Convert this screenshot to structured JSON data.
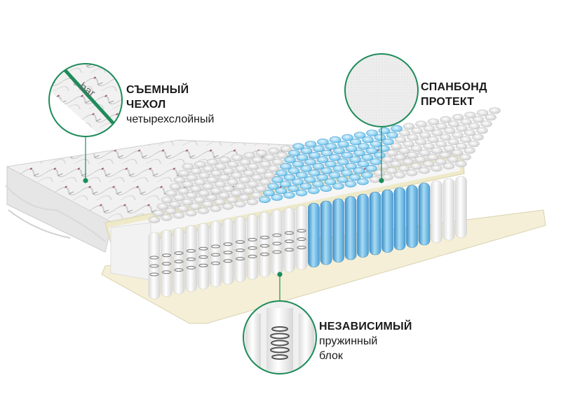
{
  "image": {
    "product": "mattress cutaway with quilted cover, foam layers and pocket-spring block",
    "accent_color": "#1e8c5a",
    "spring_highlight_color": "#6cc3ea",
    "cover_watermark": "bar"
  },
  "callouts": [
    {
      "title_lines": [
        "СЪЕМНЫЙ",
        "ЧЕХОЛ"
      ],
      "subtitle_lines": [
        "четырехслойный"
      ]
    },
    {
      "title_lines": [
        "СПАНБОНД",
        "ПРОТЕКТ"
      ],
      "subtitle_lines": []
    },
    {
      "title_lines": [
        "НЕЗАВИСИМЫЙ"
      ],
      "subtitle_lines": [
        "пружинный",
        "блок"
      ]
    }
  ]
}
